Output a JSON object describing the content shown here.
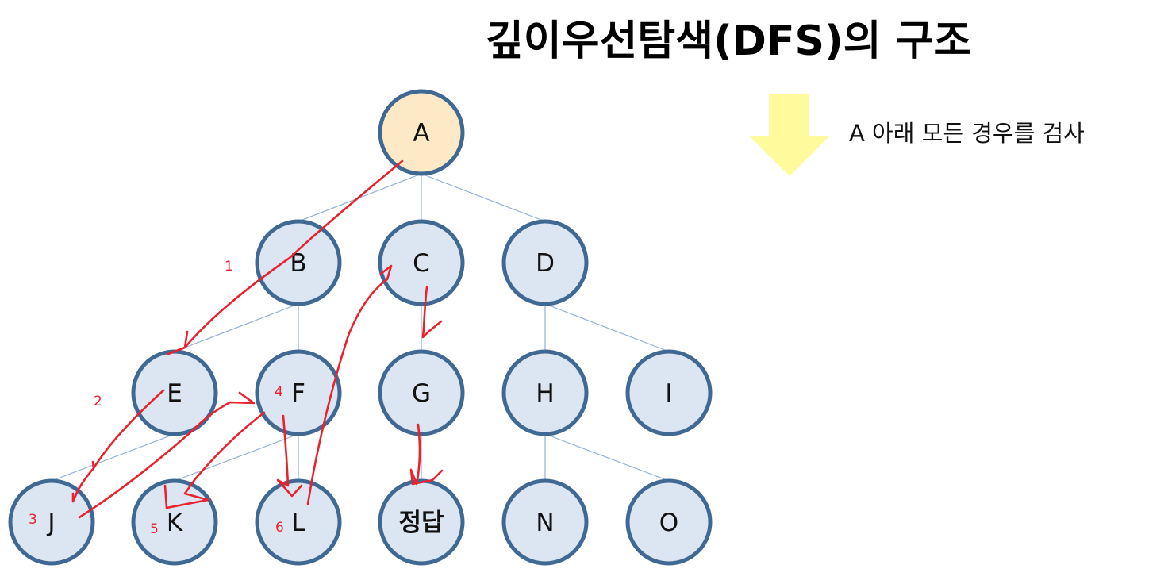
{
  "title": "깊이우선탐색(DFS)의 구조",
  "legend": {
    "text": "A 아래 모든 경우를 검사",
    "arrow_icon": "down-arrow-icon",
    "arrow_color": "#fffa9b"
  },
  "colors": {
    "node_fill": "#dce6f2",
    "root_fill": "#fde9c5",
    "node_stroke": "#3f6893",
    "edge": "#8fb0d4",
    "path": "#e8232e"
  },
  "nodes": [
    {
      "id": "A",
      "label": "A",
      "root": true
    },
    {
      "id": "B",
      "label": "B"
    },
    {
      "id": "C",
      "label": "C"
    },
    {
      "id": "D",
      "label": "D"
    },
    {
      "id": "E",
      "label": "E"
    },
    {
      "id": "F",
      "label": "F"
    },
    {
      "id": "G",
      "label": "G"
    },
    {
      "id": "H",
      "label": "H"
    },
    {
      "id": "I",
      "label": "I"
    },
    {
      "id": "J",
      "label": "J"
    },
    {
      "id": "K",
      "label": "K"
    },
    {
      "id": "L",
      "label": "L"
    },
    {
      "id": "answer",
      "label": "정답",
      "bold": true
    },
    {
      "id": "N",
      "label": "N"
    },
    {
      "id": "O",
      "label": "O"
    }
  ],
  "edges": [
    [
      "A",
      "B"
    ],
    [
      "A",
      "C"
    ],
    [
      "A",
      "D"
    ],
    [
      "B",
      "E"
    ],
    [
      "B",
      "F"
    ],
    [
      "C",
      "G"
    ],
    [
      "D",
      "H"
    ],
    [
      "D",
      "I"
    ],
    [
      "E",
      "J"
    ],
    [
      "F",
      "K"
    ],
    [
      "F",
      "L"
    ],
    [
      "G",
      "answer"
    ],
    [
      "H",
      "N"
    ],
    [
      "H",
      "O"
    ]
  ],
  "step_labels": [
    "1",
    "2",
    "3",
    "4",
    "5",
    "6"
  ]
}
